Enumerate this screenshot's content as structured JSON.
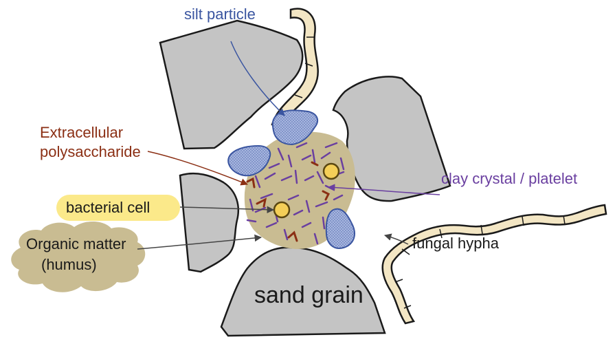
{
  "labels": {
    "silt": "silt particle",
    "eps_line1": "Extracellular",
    "eps_line2": "polysaccharide",
    "clay": "clay crystal / platelet",
    "bacterial": "bacterial cell",
    "organic_line1": "Organic matter",
    "organic_line2": "(humus)",
    "hypha": "fungal hypha",
    "sand": "sand grain"
  },
  "colors": {
    "sand": "#c4c4c4",
    "outline": "#1a1a1a",
    "humus": "#c9bc92",
    "silt_fill": "#9fb0dc",
    "silt_stroke": "#3a55a0",
    "silt_text": "#3a55a0",
    "clay": "#6a3fa0",
    "eps": "#8b2f14",
    "bacteria_fill": "#f4cf58",
    "bacteria_stroke": "#5a4710",
    "bacterial_label_bg": "#fbe98a",
    "hypha_fill": "#f3e6c4",
    "arrow_dark": "#444444"
  }
}
